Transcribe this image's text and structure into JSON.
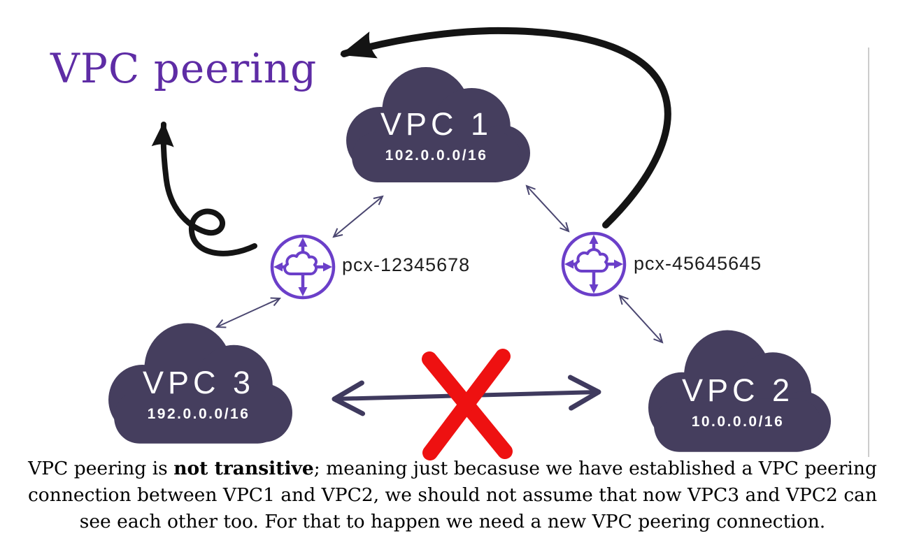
{
  "title": "VPC peering",
  "vpcs": {
    "vpc1": {
      "name": "VPC 1",
      "cidr": "102.0.0.0/16"
    },
    "vpc2": {
      "name": "VPC 2",
      "cidr": "10.0.0.0/16"
    },
    "vpc3": {
      "name": "VPC 3",
      "cidr": "192.0.0.0/16"
    }
  },
  "peering": {
    "left": {
      "id": "pcx-12345678"
    },
    "right": {
      "id": "pcx-45645645"
    }
  },
  "caption": {
    "part1": "VPC peering is ",
    "bold": "not transitive",
    "part2": "; meaning just becasuse we have established a VPC peering connection between VPC1 and VPC2, we should not assume that now VPC3 and VPC2 can see each other too. For that to happen we need a new VPC peering connection."
  },
  "colors": {
    "cloud_fill": "#453e5e",
    "title_purple": "#5e2ca5",
    "peering_icon_purple": "#6b3fc9",
    "thin_arrow": "#4a4670",
    "blocked_arrow": "#3f3a5e",
    "cross_red": "#ee1111",
    "annotation_black": "#141414"
  }
}
